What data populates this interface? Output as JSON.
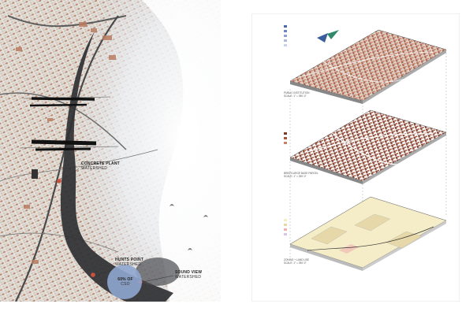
{
  "left_map": {
    "labels": [
      {
        "title": "CONCRETE PLANT",
        "sub": "WATERSHED"
      },
      {
        "title": "HUNTS POINT",
        "sub": "WATERSHED"
      },
      {
        "title": "SOUND VIEW",
        "sub": "WATERSHED"
      }
    ],
    "circle_label": {
      "pct": "60% OF",
      "unit": "CSO"
    },
    "colors": {
      "water": "#2f3033",
      "fog": "#dfe4ec",
      "building": "#b87c62",
      "circle": "#8fa6cf"
    }
  },
  "right_axon": {
    "layers": [
      {
        "caption_1": "PUBLIC INSTITUTION",
        "caption_2": "SCALE: 1\" = 250'-0\""
      },
      {
        "caption_1": "BRIEF/LARGE BASE PARCEL",
        "caption_2": "SCALE: 1\" = 250'-0\""
      },
      {
        "caption_1": "ZONING + LAND USE",
        "caption_2": "SCALE: 1\" = 250'-0\""
      }
    ],
    "colors": {
      "building": "#b56b4f",
      "dark": "#7a3b2a",
      "zoning": "#f5edc8",
      "accent": "#2f8a6c"
    }
  }
}
